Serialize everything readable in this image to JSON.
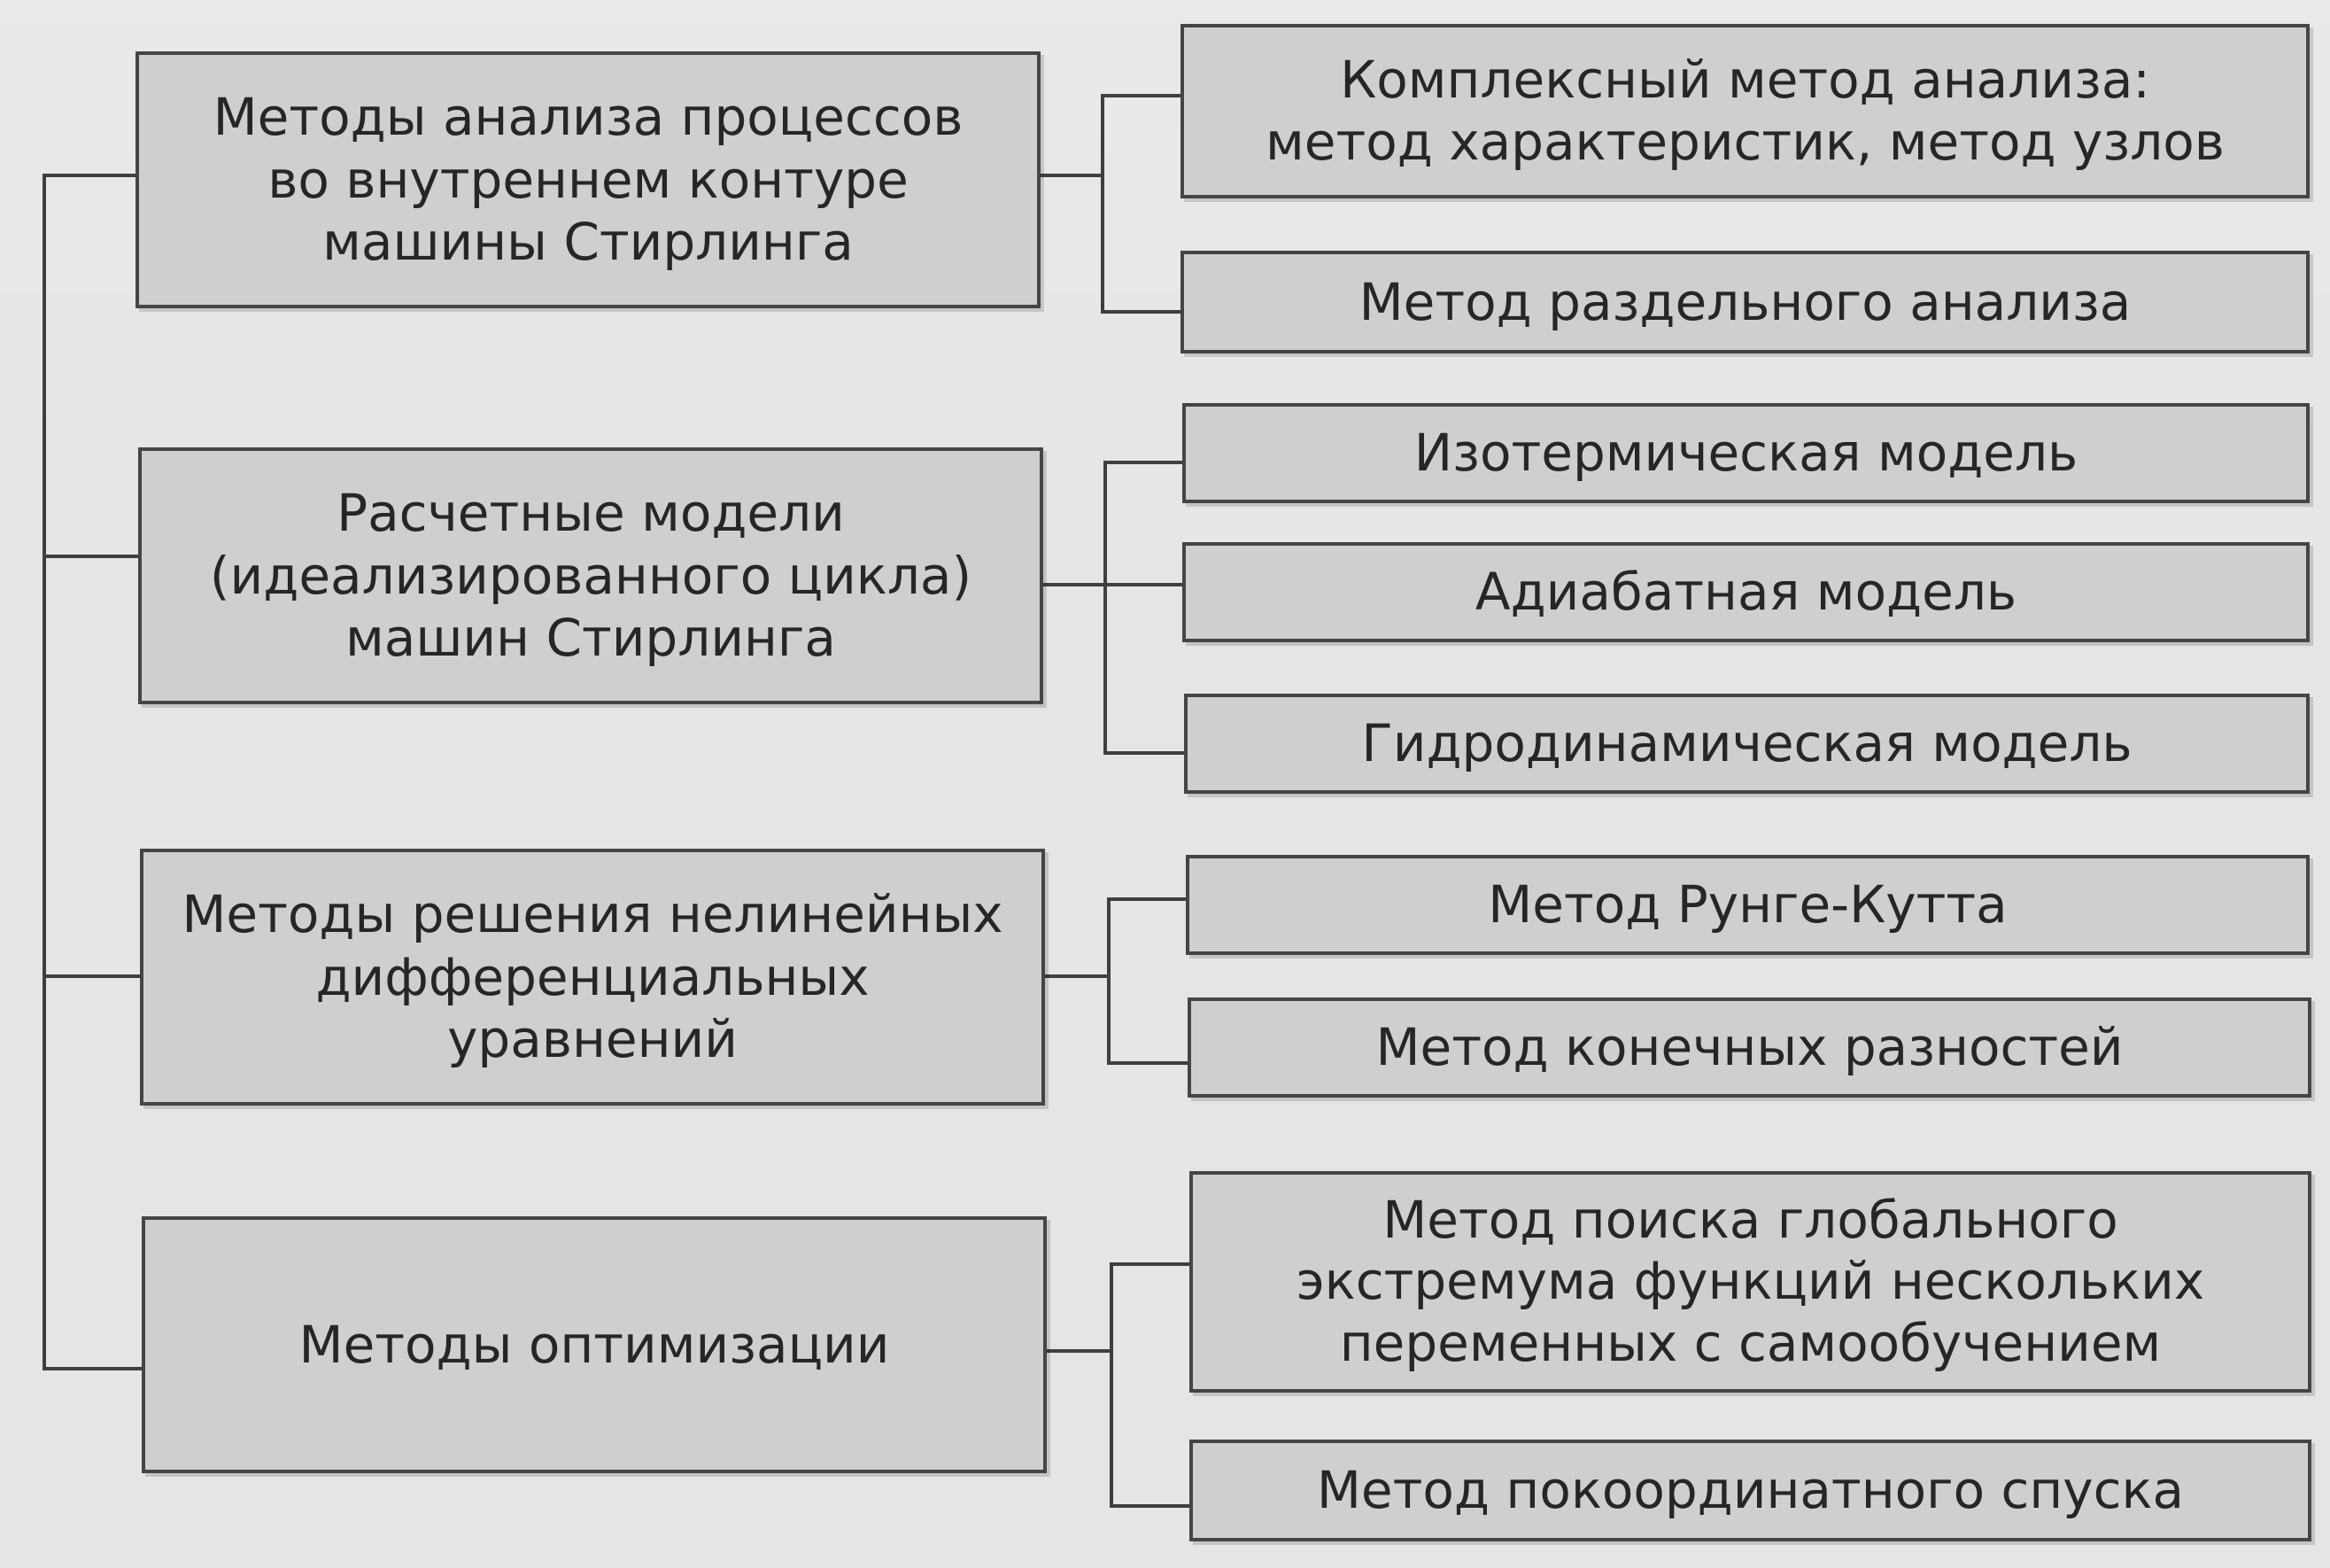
{
  "diagram": {
    "groups": [
      {
        "label": "Методы анализа  процессов\nво внутреннем  контуре\nмашины Стирлинга",
        "items": [
          "Комплексный метод анализа:\nметод характеристик, метод узлов",
          "Метод раздельного анализа"
        ]
      },
      {
        "label": "Расчетные  модели\n(идеализированного цикла)\nмашин Стирлинга",
        "items": [
          "Изотермическая  модель",
          "Адиабатная модель",
          "Гидродинамическая модель"
        ]
      },
      {
        "label": "Методы решения нелинейных\nдифференциальных\nуравнений",
        "items": [
          "Метод Рунге-Кутта",
          "Метод конечных разностей"
        ]
      },
      {
        "label": "Методы  оптимизации",
        "items": [
          "Метод поиска глобального\nэкстремума функций  нескольких\nпеременных с  самообучением",
          "Метод покоординатного спуска"
        ]
      }
    ]
  }
}
